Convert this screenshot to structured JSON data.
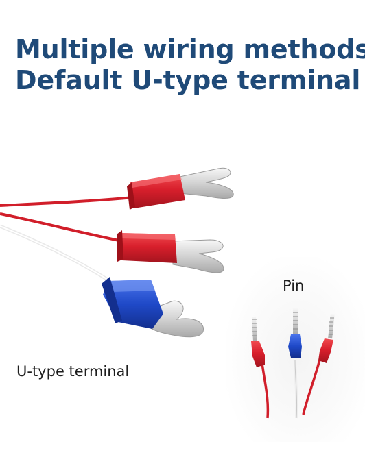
{
  "headline": {
    "line1": "Multiple wiring methods",
    "line2": "Default U-type terminal"
  },
  "labels": {
    "u_type": "U-type terminal",
    "pin": "Pin"
  },
  "colors": {
    "headline": "#1f4a78",
    "terminal_red": "#d8232f",
    "terminal_blue": "#1f49c8",
    "wire_white": "#f2f2f2",
    "metal": "#d9d9d9"
  },
  "icons": [
    "u-type-terminal-red",
    "u-type-terminal-blue",
    "pin-terminal-red",
    "pin-terminal-blue"
  ]
}
